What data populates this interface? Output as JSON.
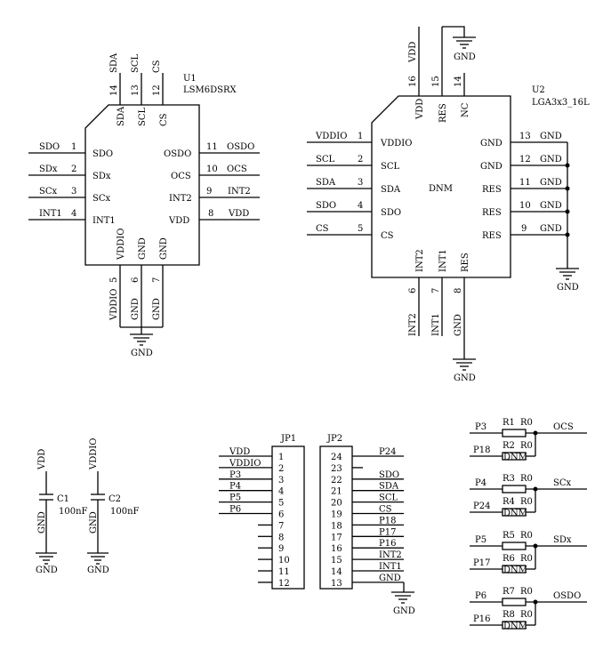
{
  "u1": {
    "ref": "U1",
    "part": "LSM6DSRX",
    "top_pins": [
      {
        "num": "14",
        "net": "SDA",
        "label": "SDA"
      },
      {
        "num": "13",
        "net": "SCL",
        "label": "SCL"
      },
      {
        "num": "12",
        "net": "CS",
        "label": "CS"
      }
    ],
    "left_pins": [
      {
        "num": "1",
        "net": "SDO",
        "label": "SDO"
      },
      {
        "num": "2",
        "net": "SDx",
        "label": "SDx"
      },
      {
        "num": "3",
        "net": "SCx",
        "label": "SCx"
      },
      {
        "num": "4",
        "net": "INT1",
        "label": "INT1"
      }
    ],
    "right_pins": [
      {
        "num": "11",
        "net": "OSDO",
        "label": "OSDO"
      },
      {
        "num": "10",
        "net": "OCS",
        "label": "OCS"
      },
      {
        "num": "9",
        "net": "INT2",
        "label": "INT2"
      },
      {
        "num": "8",
        "net": "VDD",
        "label": "VDD"
      }
    ],
    "bottom_pins": [
      {
        "num": "5",
        "net": "VDDIO",
        "label": "VDDIO"
      },
      {
        "num": "6",
        "net": "GND",
        "label": "GND"
      },
      {
        "num": "7",
        "net": "GND",
        "label": "GND"
      }
    ],
    "gnd_label": "GND"
  },
  "u2": {
    "ref": "U2",
    "part": "LGA3x3_16L",
    "center": "DNM",
    "top_pins": [
      {
        "num": "16",
        "net": "VDD",
        "label": "VDD"
      },
      {
        "num": "15",
        "net": "",
        "label": "RES"
      },
      {
        "num": "14",
        "net": "",
        "label": "NC"
      }
    ],
    "left_pins": [
      {
        "num": "1",
        "net": "VDDIO",
        "label": "VDDIO"
      },
      {
        "num": "2",
        "net": "SCL",
        "label": "SCL"
      },
      {
        "num": "3",
        "net": "SDA",
        "label": "SDA"
      },
      {
        "num": "4",
        "net": "SDO",
        "label": "SDO"
      },
      {
        "num": "5",
        "net": "CS",
        "label": "CS"
      }
    ],
    "right_pins": [
      {
        "num": "13",
        "net": "GND",
        "label": "GND"
      },
      {
        "num": "12",
        "net": "GND",
        "label": "GND"
      },
      {
        "num": "11",
        "net": "GND",
        "label": "RES"
      },
      {
        "num": "10",
        "net": "GND",
        "label": "RES"
      },
      {
        "num": "9",
        "net": "GND",
        "label": "RES"
      }
    ],
    "bottom_pins": [
      {
        "num": "6",
        "net": "INT2",
        "label": "INT2"
      },
      {
        "num": "7",
        "net": "INT1",
        "label": "INT1"
      },
      {
        "num": "8",
        "net": "GND",
        "label": "RES"
      }
    ],
    "gnd_label": "GND"
  },
  "caps": [
    {
      "ref": "C1",
      "value": "100nF",
      "net": "VDD",
      "gnd": "GND"
    },
    {
      "ref": "C2",
      "value": "100nF",
      "net": "VDDIO",
      "gnd": "GND"
    }
  ],
  "jp1": {
    "ref": "JP1",
    "pins": [
      {
        "num": "1",
        "net": "VDD"
      },
      {
        "num": "2",
        "net": "VDDIO"
      },
      {
        "num": "3",
        "net": "P3"
      },
      {
        "num": "4",
        "net": "P4"
      },
      {
        "num": "5",
        "net": "P5"
      },
      {
        "num": "6",
        "net": "P6"
      },
      {
        "num": "7",
        "net": ""
      },
      {
        "num": "8",
        "net": ""
      },
      {
        "num": "9",
        "net": ""
      },
      {
        "num": "10",
        "net": ""
      },
      {
        "num": "11",
        "net": ""
      },
      {
        "num": "12",
        "net": ""
      }
    ]
  },
  "jp2": {
    "ref": "JP2",
    "pins": [
      {
        "num": "24",
        "net": "P24"
      },
      {
        "num": "23",
        "net": ""
      },
      {
        "num": "22",
        "net": "SDO"
      },
      {
        "num": "21",
        "net": "SDA"
      },
      {
        "num": "20",
        "net": "SCL"
      },
      {
        "num": "19",
        "net": "CS"
      },
      {
        "num": "18",
        "net": "P18"
      },
      {
        "num": "17",
        "net": "P17"
      },
      {
        "num": "16",
        "net": "P16"
      },
      {
        "num": "15",
        "net": "INT2"
      },
      {
        "num": "14",
        "net": "INT1"
      },
      {
        "num": "13",
        "net": "GND"
      }
    ],
    "gnd_label": "GND"
  },
  "resistor_groups": [
    {
      "out": "OCS",
      "a": {
        "net": "P3",
        "ref": "R1",
        "val": "R0",
        "dnm": false
      },
      "b": {
        "net": "P18",
        "ref": "R2",
        "val": "R0",
        "dnm": true
      }
    },
    {
      "out": "SCx",
      "a": {
        "net": "P4",
        "ref": "R3",
        "val": "R0",
        "dnm": false
      },
      "b": {
        "net": "P24",
        "ref": "R4",
        "val": "R0",
        "dnm": true
      }
    },
    {
      "out": "SDx",
      "a": {
        "net": "P5",
        "ref": "R5",
        "val": "R0",
        "dnm": false
      },
      "b": {
        "net": "P17",
        "ref": "R6",
        "val": "R0",
        "dnm": true
      }
    },
    {
      "out": "OSDO",
      "a": {
        "net": "P6",
        "ref": "R7",
        "val": "R0",
        "dnm": false
      },
      "b": {
        "net": "P16",
        "ref": "R8",
        "val": "R0",
        "dnm": true
      }
    }
  ],
  "dnm_label": "DNM"
}
